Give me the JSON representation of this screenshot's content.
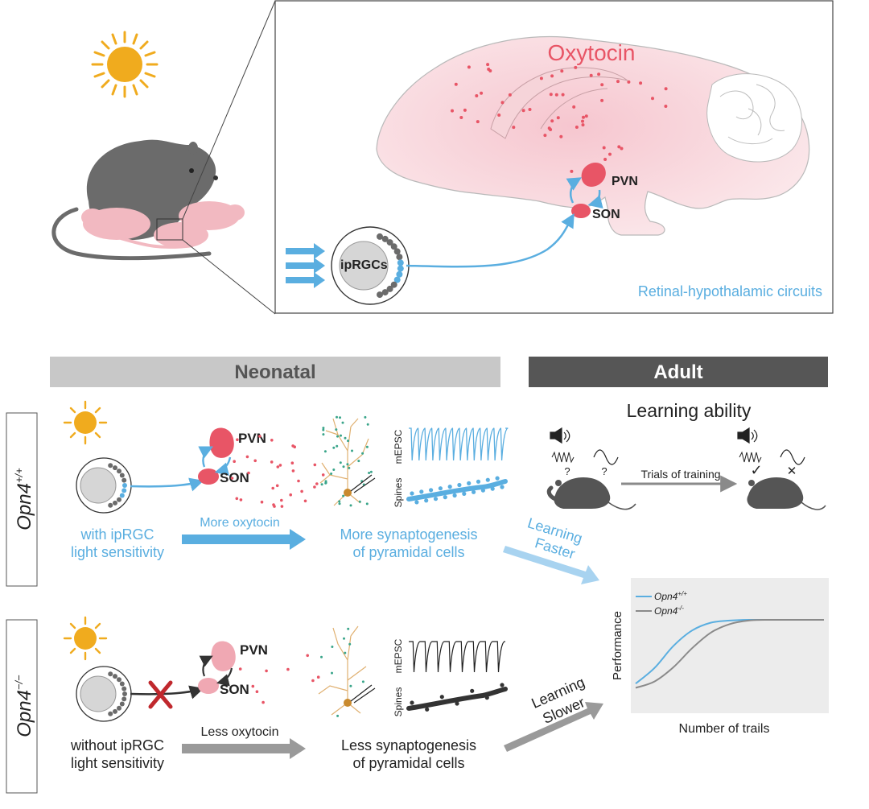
{
  "top_panel": {
    "hormone_label": "Oxytocin",
    "pvn_label": "PVN",
    "son_label": "SON",
    "iprgc_label": "ipRGCs",
    "circuit_label": "Retinal-hypothalamic circuits"
  },
  "headers": {
    "neonatal": "Neonatal",
    "adult": "Adult"
  },
  "genotypes": {
    "wildtype_base": "Opn4",
    "wildtype_sup": "+/+",
    "knockout_base": "Opn4",
    "knockout_sup": "−/−"
  },
  "wildtype_row": {
    "pvn": "PVN",
    "son": "SON",
    "mepsc": "mEPSC",
    "spines": "Spines",
    "left_caption_1": "with ipRGC",
    "left_caption_2": "light sensitivity",
    "arrow_label": "More oxytocin",
    "right_caption_1": "More synaptogenesis",
    "right_caption_2": "of pyramidal cells"
  },
  "knockout_row": {
    "pvn": "PVN",
    "son": "SON",
    "mepsc": "mEPSC",
    "spines": "Spines",
    "left_caption_1": "without ipRGC",
    "left_caption_2": "light sensitivity",
    "arrow_label": "Less oxytocin",
    "right_caption_1": "Less synaptogenesis",
    "right_caption_2": "of pyramidal cells"
  },
  "adult": {
    "learning_title": "Learning ability",
    "trials_label": "Trials of training",
    "question_1": "?",
    "question_2": "?",
    "check": "✓",
    "cross": "✕",
    "faster_1": "Learning",
    "faster_2": "Faster",
    "slower_1": "Learning",
    "slower_2": "Slower"
  },
  "chart_data": {
    "type": "line",
    "xlabel": "Number of trails",
    "ylabel": "Performance",
    "series": [
      {
        "name_base": "Opn4",
        "name_sup": "+/+",
        "color": "#5aaee0",
        "x": [
          0,
          1,
          2,
          3,
          4,
          5,
          6,
          7,
          8,
          9,
          10
        ],
        "values": [
          0.1,
          0.32,
          0.63,
          0.85,
          0.96,
          0.99,
          1,
          1,
          1,
          1,
          1
        ]
      },
      {
        "name_base": "Opn4",
        "name_sup": "-/-",
        "color": "#8a8a8a",
        "x": [
          0,
          1,
          2,
          3,
          4,
          5,
          6,
          7,
          8,
          9,
          10
        ],
        "values": [
          0.04,
          0.13,
          0.33,
          0.6,
          0.82,
          0.94,
          0.99,
          1,
          1,
          1,
          1
        ]
      }
    ]
  },
  "colors": {
    "blue": "#5aaee0",
    "oxytocin_red": "#e85566",
    "light_pink": "#f0a8b3",
    "sun": "#f0ab1e",
    "neonatal_bar": "#c8c8c8",
    "adult_bar": "#565656"
  },
  "icons": [
    "sun-icon",
    "eye-icon",
    "mouse-icon",
    "speaker-icon",
    "neuron-icon",
    "x-mark-icon"
  ]
}
